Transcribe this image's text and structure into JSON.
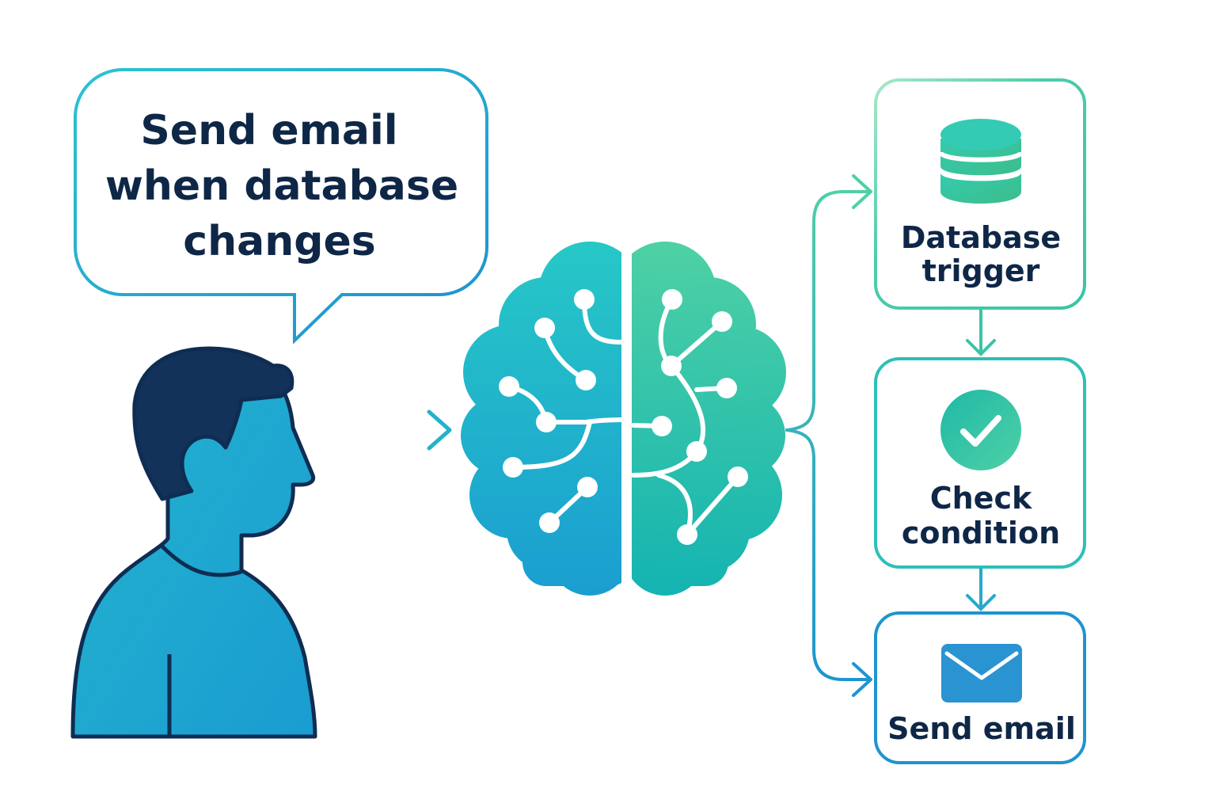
{
  "speech_bubble": {
    "lines": [
      "Send email",
      "when database",
      "changes"
    ]
  },
  "workflow": {
    "steps": [
      {
        "icon": "database-icon",
        "lines": [
          "Database",
          "trigger"
        ]
      },
      {
        "icon": "check-circle-icon",
        "lines": [
          "Check",
          "condition"
        ]
      },
      {
        "icon": "envelope-icon",
        "lines": [
          "Send email"
        ]
      }
    ]
  },
  "colors": {
    "dark": "#0f2747",
    "blue": "#1e9bd1",
    "teal": "#22c3c3",
    "green": "#3cc79a"
  }
}
